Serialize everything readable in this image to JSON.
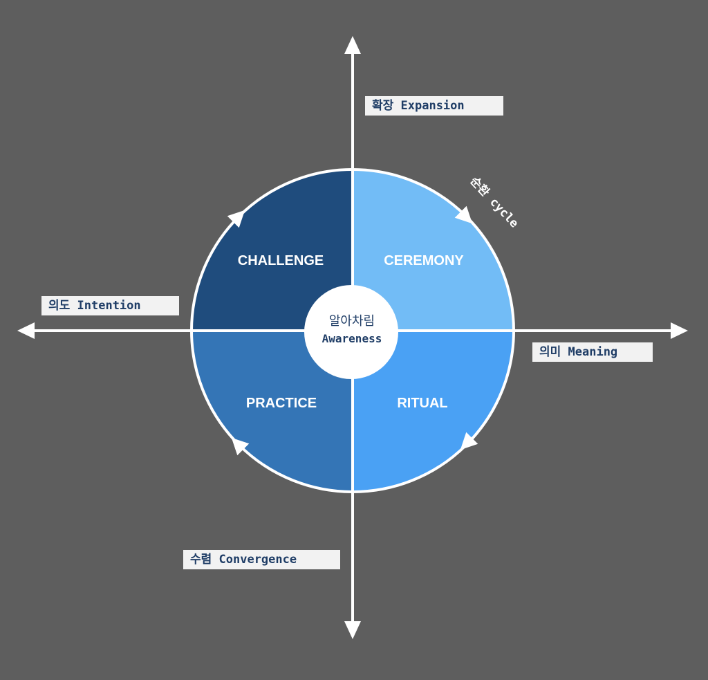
{
  "axes": {
    "top": "확장 Expansion",
    "left": "의도 Intention",
    "right": "의미 Meaning",
    "bottom": "수렴 Convergence"
  },
  "quadrants": {
    "top_left": {
      "label": "CHALLENGE",
      "color": "#1f4c7d"
    },
    "top_right": {
      "label": "CEREMONY",
      "color": "#72bcf6"
    },
    "bottom_left": {
      "label": "PRACTICE",
      "color": "#3475b6"
    },
    "bottom_right": {
      "label": "RITUAL",
      "color": "#4aa1f4"
    }
  },
  "center": {
    "korean": "알아차림",
    "english": "Awareness"
  },
  "cycle_label": "순환 cycle"
}
